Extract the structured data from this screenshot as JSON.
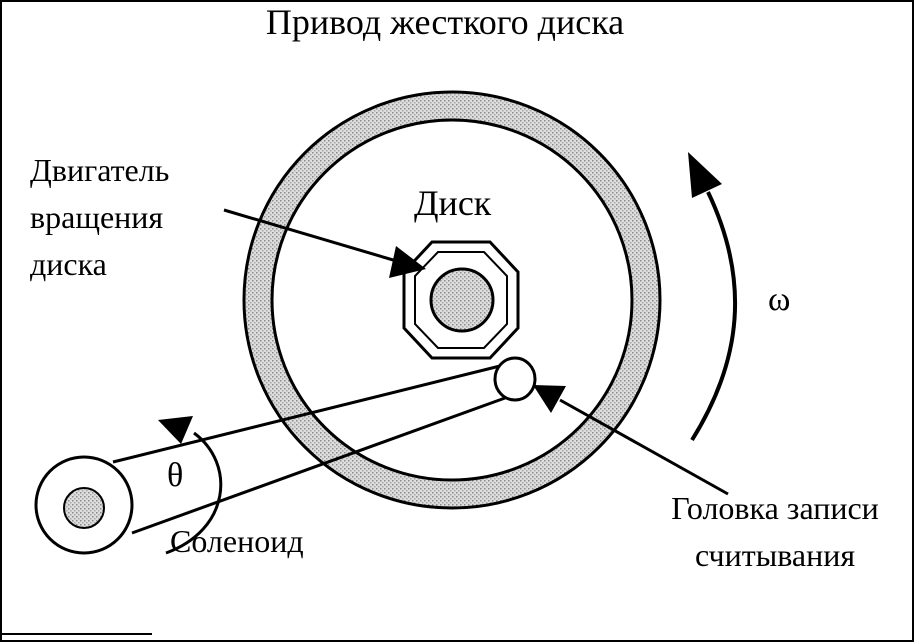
{
  "title": "Привод жесткого диска",
  "labels": {
    "disk": "Диск",
    "motor_line1": "Двигатель",
    "motor_line2": "вращения",
    "motor_line3": "диска",
    "omega": "ω",
    "theta": "θ",
    "solenoid": "Соленоид",
    "head_line1": "Головка записи",
    "head_line2": "считывания"
  },
  "colors": {
    "ink": "#000000",
    "platter_fill": "#cfcfcf",
    "hub_fill": "#bdbdbd",
    "background": "#ffffff"
  }
}
